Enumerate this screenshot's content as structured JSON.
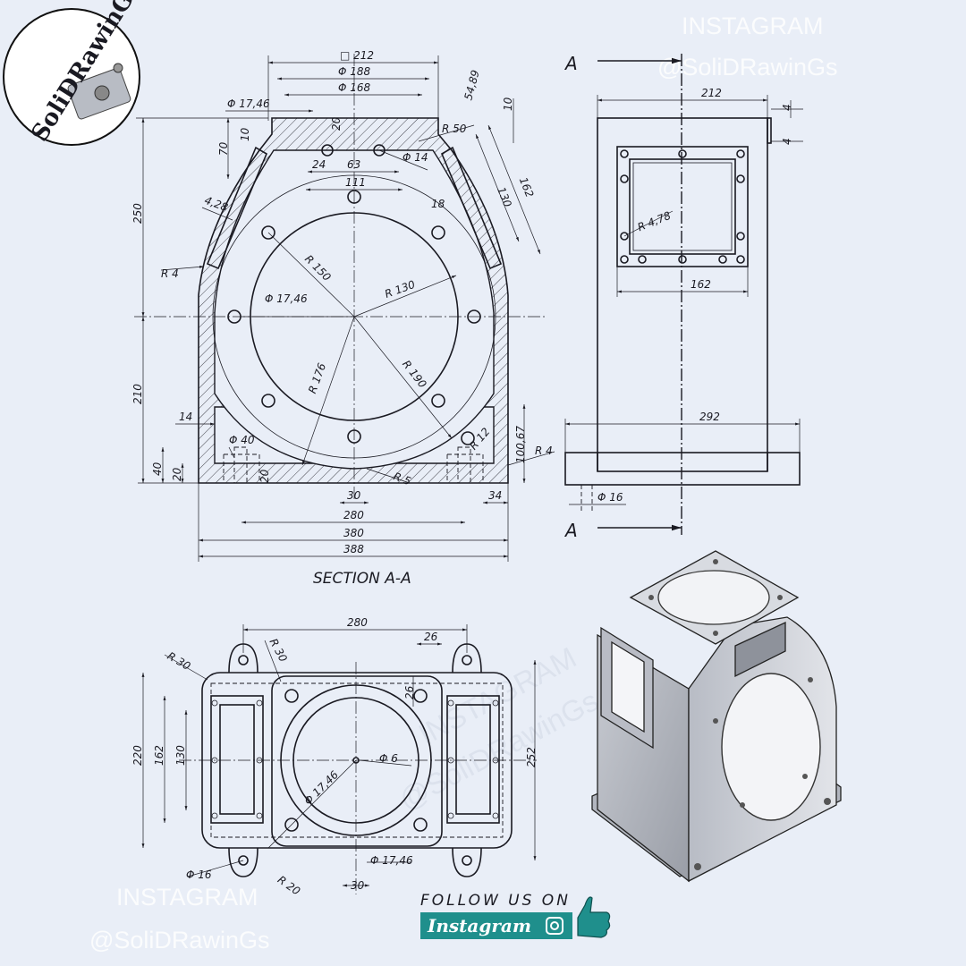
{
  "logo": {
    "text": "SoliDRawinG"
  },
  "watermark": {
    "line1": "INSTAGRAM",
    "line2": "@SoliDRawinGs"
  },
  "follow": {
    "text": "FOLLOW US ON",
    "brand": "Instagram"
  },
  "section_a": {
    "title": "SECTION A-A",
    "dims": {
      "sq212": "□ 212",
      "d188": "Φ 188",
      "d168": "Φ 168",
      "d1746": "Φ 17,46",
      "d54": "54,89",
      "d10a": "10",
      "d10b": "10",
      "d20": "20",
      "d70": "70",
      "r50": "R 50",
      "d24": "24",
      "d63": "63",
      "d14": "Φ 14",
      "d111": "111",
      "d130": "130",
      "d162": "162",
      "d18": "18",
      "d428": "4,28",
      "d250": "250",
      "r4a": "R 4",
      "r150": "R 150",
      "r130": "R 130",
      "d1746b": "Φ 17,46",
      "d210": "210",
      "r176": "R 176",
      "r190": "R 190",
      "d14b": "14",
      "d40": "Φ 40",
      "r12": "R 12",
      "d10067": "100,67",
      "r4b": "R 4",
      "d40b": "40",
      "d20b": "20",
      "d20c": "20",
      "r5": "R 5",
      "d30": "30",
      "d34": "34",
      "d280": "280",
      "d380": "380",
      "d388": "388"
    }
  },
  "side_view": {
    "a_top": "A",
    "a_bot": "A",
    "dims": {
      "d212": "212",
      "d4a": "4",
      "d4b": "4",
      "r478": "R 4,78",
      "d162": "162",
      "d292": "292",
      "d16": "Φ 16"
    }
  },
  "top_view": {
    "dims": {
      "d280": "280",
      "d26a": "26",
      "r30a": "R 30",
      "r30b": "R 30",
      "d26b": "26",
      "d220": "220",
      "d162": "162",
      "d130": "130",
      "d252": "252",
      "d6": "Φ 6",
      "d1746": "Φ 17,46",
      "d16": "Φ 16",
      "r20": "R 20",
      "d1746b": "Φ 17,46",
      "d30": "30"
    }
  }
}
